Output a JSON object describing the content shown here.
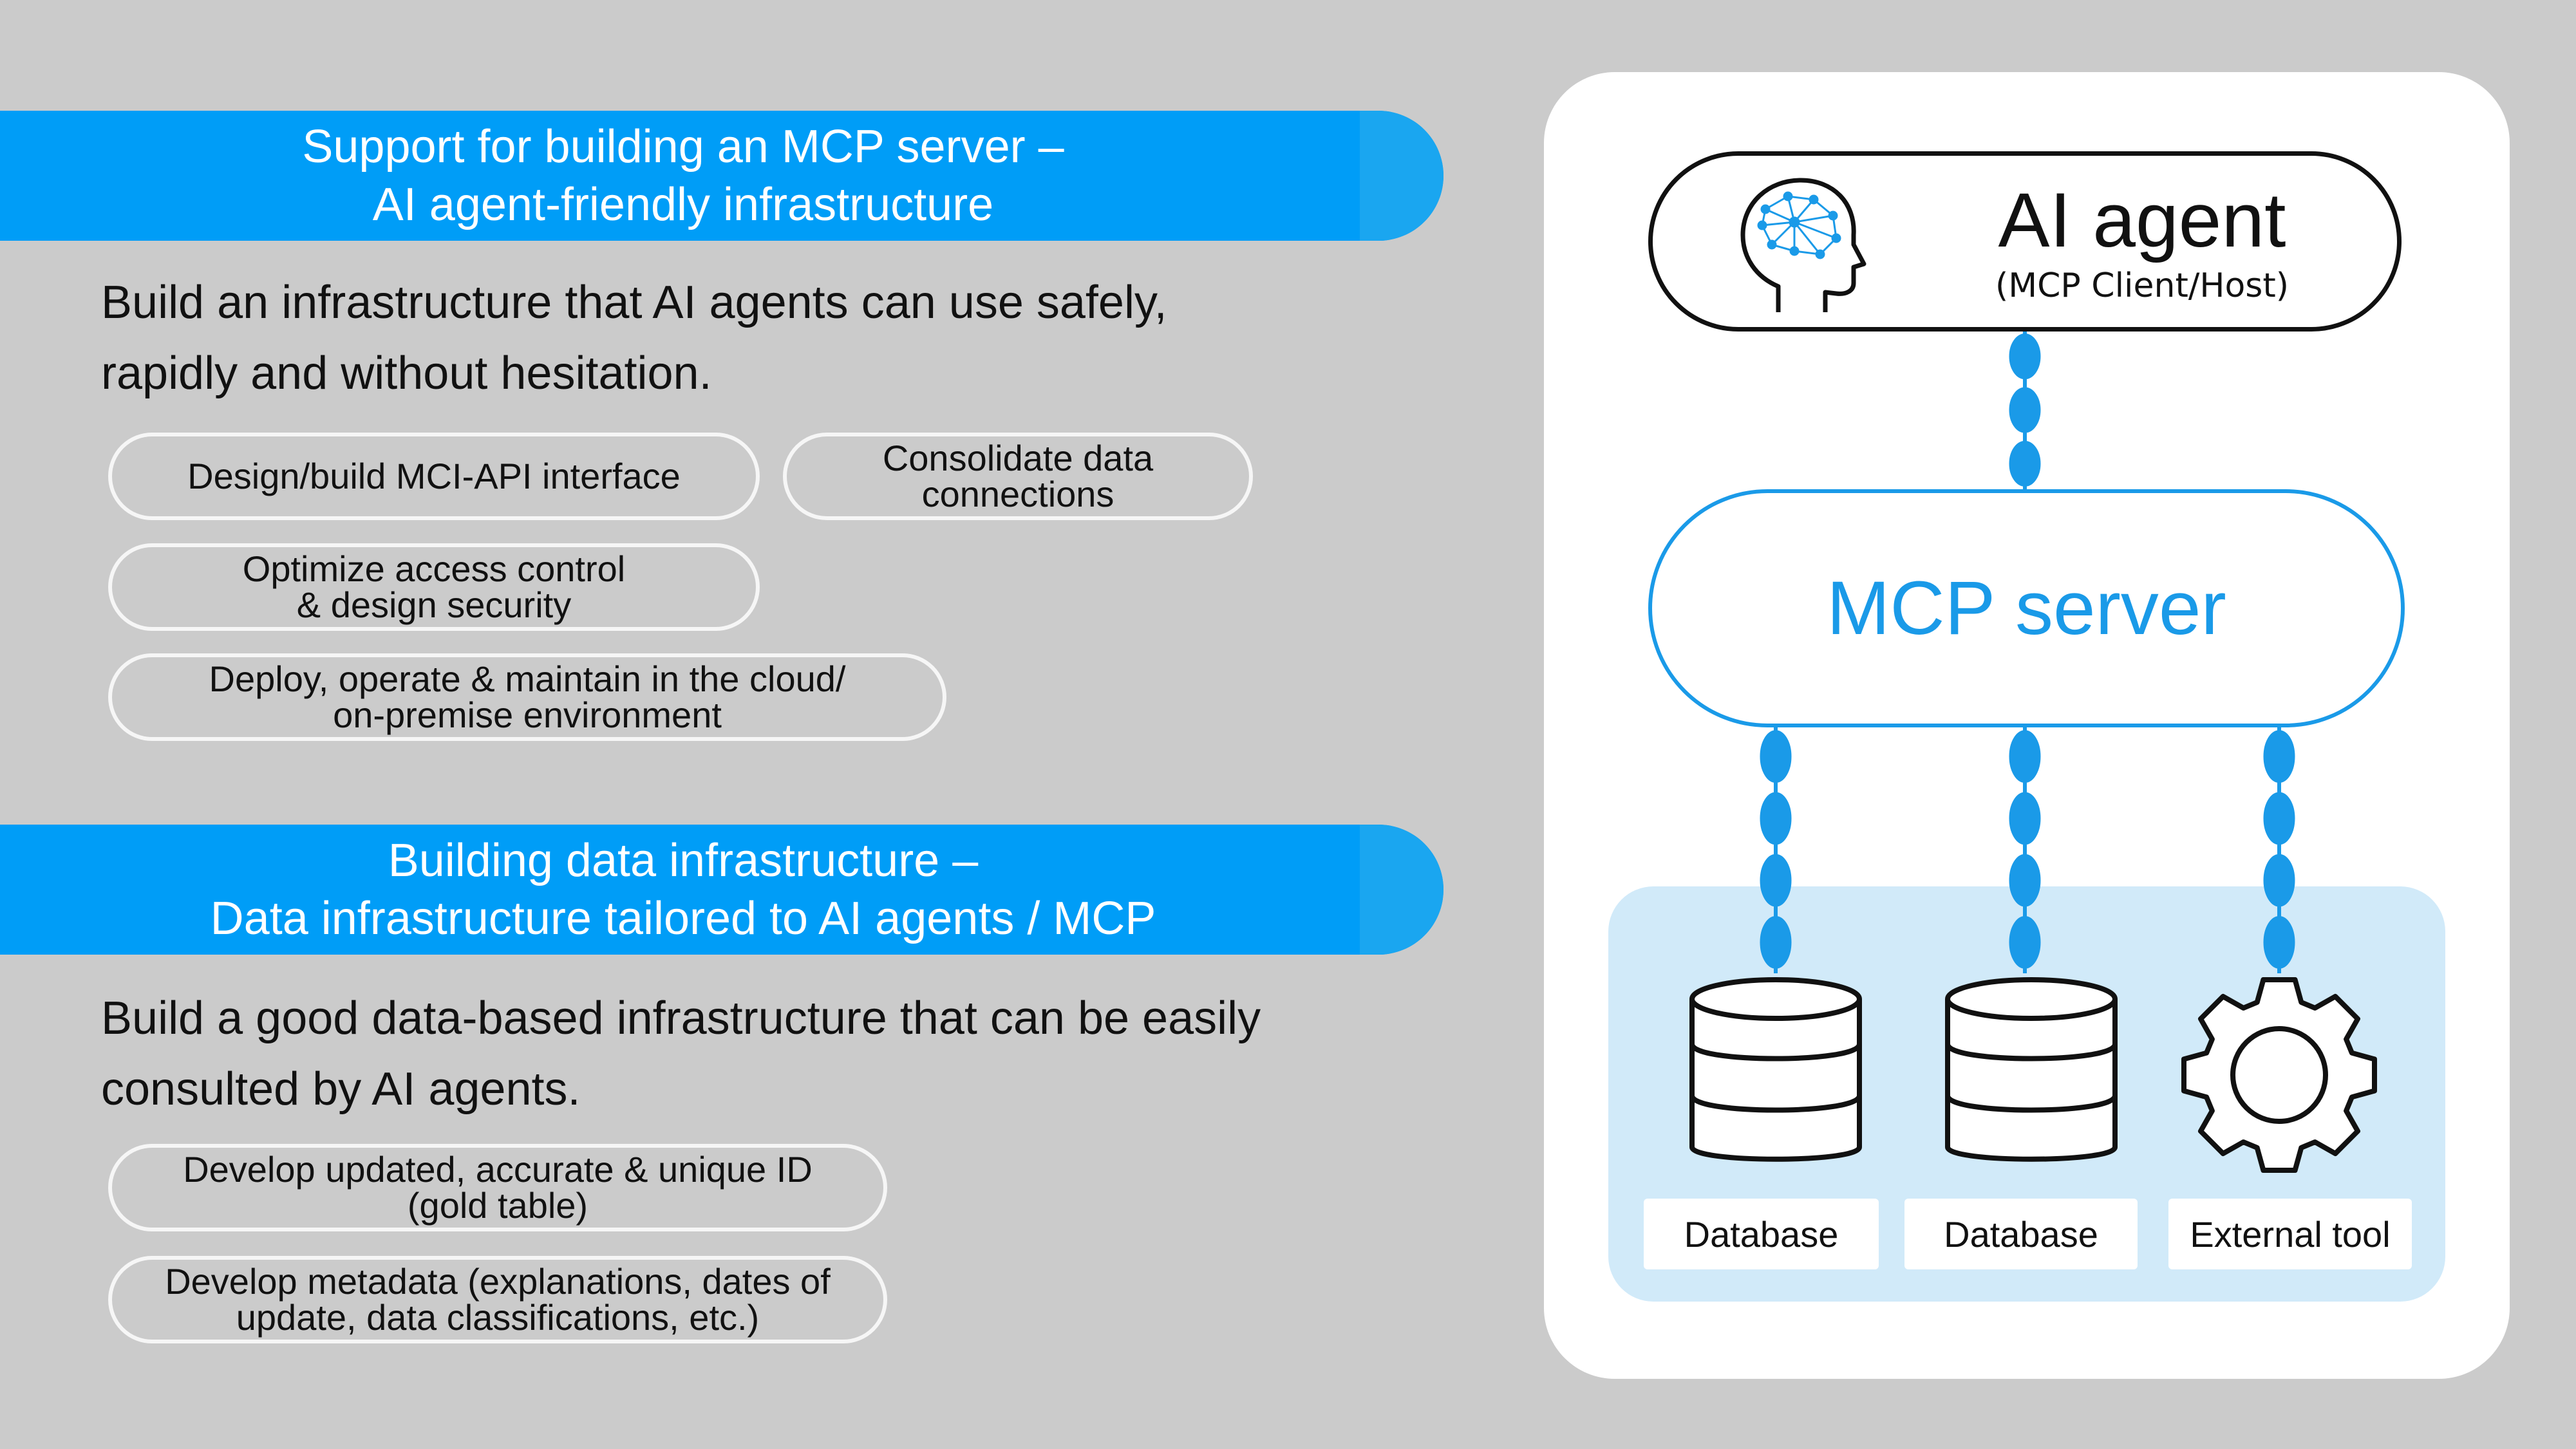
{
  "section1": {
    "banner": {
      "line1": "Support for building an MCP server –",
      "line2": "AI agent-friendly infrastructure"
    },
    "lead": {
      "line1": "Build an infrastructure that AI agents can use safely,",
      "line2": "rapidly and without hesitation."
    },
    "items": [
      {
        "line1": "Design/build MCI-API interface",
        "line2": ""
      },
      {
        "line1": "Consolidate data",
        "line2": "connections"
      },
      {
        "line1": "Optimize access control",
        "line2": "& design security"
      },
      {
        "line1": "Deploy, operate & maintain in the cloud/",
        "line2": "on-premise environment"
      }
    ]
  },
  "section2": {
    "banner": {
      "line1": "Building data infrastructure –",
      "line2": "Data infrastructure tailored to AI agents / MCP"
    },
    "lead": {
      "line1": "Build a good data-based infrastructure that can be easily",
      "line2": "consulted by AI agents."
    },
    "items": [
      {
        "line1": "Develop updated, accurate & unique ID",
        "line2": "(gold table)"
      },
      {
        "line1": "Develop metadata (explanations, dates of",
        "line2": "update, data classifications, etc.)"
      }
    ]
  },
  "diagram": {
    "agent": {
      "title": "AI agent",
      "subtitle": "(MCP Client/Host)",
      "icon": "head-brain-icon"
    },
    "server": {
      "label": "MCP server"
    },
    "resources": [
      {
        "label": "Database",
        "icon": "database-icon"
      },
      {
        "label": "Database",
        "icon": "database-icon"
      },
      {
        "label": "External tool",
        "icon": "gear-icon"
      }
    ],
    "colors": {
      "accent": "#009df7",
      "connector": "#1a9ae8",
      "resource_bg": "#d1eaf9",
      "page_bg": "#cbcbcb"
    }
  }
}
